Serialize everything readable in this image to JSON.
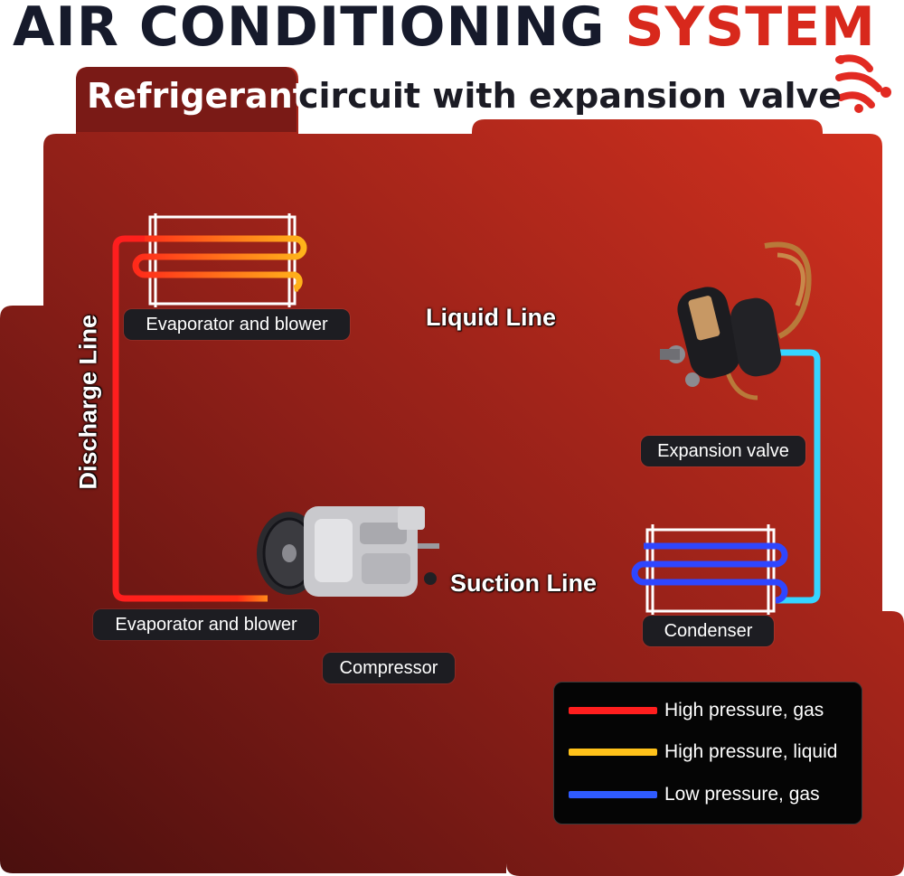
{
  "title": {
    "part1": "AIR CONDITIONING",
    "part2": "SYSTEM"
  },
  "subtitle": {
    "highlight": "Refrigerant",
    "rest": "circuit with expansion valve"
  },
  "labels": {
    "evaporator_top": "Evaporator and blower",
    "liquid_line": "Liquid Line",
    "discharge_line": "Discharge Line",
    "expansion_valve": "Expansion valve",
    "suction_line": "Suction Line",
    "evaporator_bottom": "Evaporator and blower",
    "condenser": "Condenser",
    "compressor": "Compressor"
  },
  "legend": [
    {
      "label": "High pressure, gas",
      "color": "#ff1e1e"
    },
    {
      "label": "High pressure, liquid",
      "color": "#ffc21a"
    },
    {
      "label": "Low pressure, gas",
      "color": "#2f5bff"
    }
  ],
  "colors": {
    "background_dark": "#5a1210",
    "background_light": "#d2301f",
    "title_dark": "#161a2b",
    "title_accent": "#d8281c",
    "low_pressure_liquid": "#35d4ff"
  },
  "icons": [
    "brand-logo-icon",
    "compressor-icon",
    "expansion-valve-icon",
    "evaporator-coil-icon",
    "condenser-coil-icon"
  ]
}
